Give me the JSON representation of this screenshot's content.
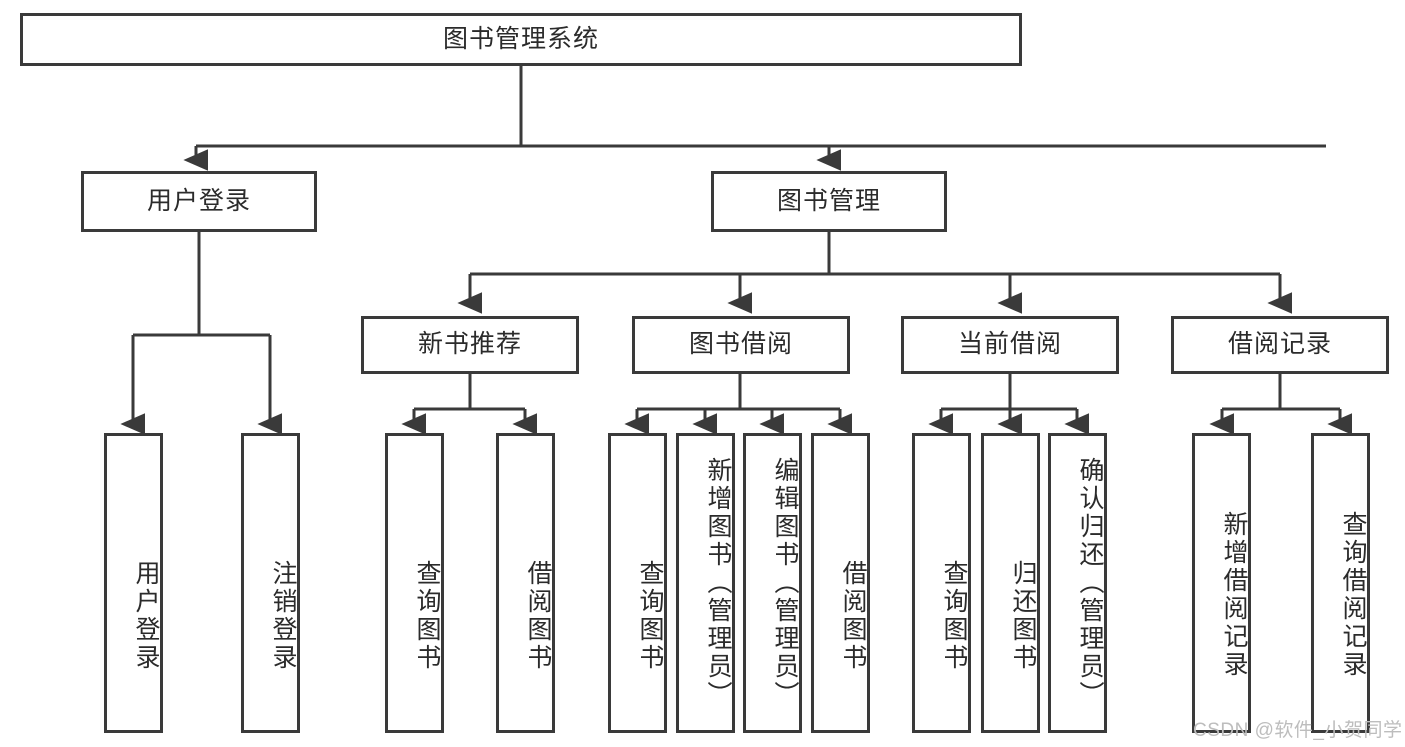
{
  "diagram": {
    "type": "tree-hierarchy",
    "title": "图书管理系统",
    "watermark": "CSDN @软件_小贺同学",
    "style": {
      "border_color": "#3a3a3a",
      "fill_color": "#ffffff",
      "text_color": "#2b2b2b",
      "watermark_color": "#bdbdbd"
    },
    "nodes": {
      "root": {
        "label": "图书管理系统",
        "level": 1
      },
      "l2": [
        {
          "id": "user-login",
          "label": "用户登录",
          "level": 2
        },
        {
          "id": "book-manage",
          "label": "图书管理",
          "level": 2
        }
      ],
      "l3": [
        {
          "id": "new-book-rec",
          "label": "新书推荐",
          "level": 3,
          "parent": "book-manage"
        },
        {
          "id": "book-borrow",
          "label": "图书借阅",
          "level": 3,
          "parent": "book-manage"
        },
        {
          "id": "current-borrow",
          "label": "当前借阅",
          "level": 3,
          "parent": "book-manage"
        },
        {
          "id": "borrow-record",
          "label": "借阅记录",
          "level": 3,
          "parent": "book-manage"
        }
      ],
      "leaves": [
        {
          "id": "leaf-user-login",
          "label": "用户登录",
          "parent": "user-login"
        },
        {
          "id": "leaf-user-logout",
          "label": "注销登录",
          "parent": "user-login"
        },
        {
          "id": "leaf-query-book-1",
          "label": "查询图书",
          "parent": "new-book-rec"
        },
        {
          "id": "leaf-borrow-book-1",
          "label": "借阅图书",
          "parent": "new-book-rec"
        },
        {
          "id": "leaf-query-book-2",
          "label": "查询图书",
          "parent": "book-borrow"
        },
        {
          "id": "leaf-add-book",
          "label": "新增图书（管理员）",
          "parent": "book-borrow"
        },
        {
          "id": "leaf-edit-book",
          "label": "编辑图书（管理员）",
          "parent": "book-borrow"
        },
        {
          "id": "leaf-borrow-book-2",
          "label": "借阅图书",
          "parent": "book-borrow"
        },
        {
          "id": "leaf-query-book-3",
          "label": "查询图书",
          "parent": "current-borrow"
        },
        {
          "id": "leaf-return-book",
          "label": "归还图书",
          "parent": "current-borrow"
        },
        {
          "id": "leaf-confirm-return",
          "label": "确认归还（管理员）",
          "parent": "current-borrow"
        },
        {
          "id": "leaf-add-record",
          "label": "新增借阅记录",
          "parent": "borrow-record"
        },
        {
          "id": "leaf-query-record",
          "label": "查询借阅记录",
          "parent": "borrow-record"
        }
      ]
    }
  }
}
